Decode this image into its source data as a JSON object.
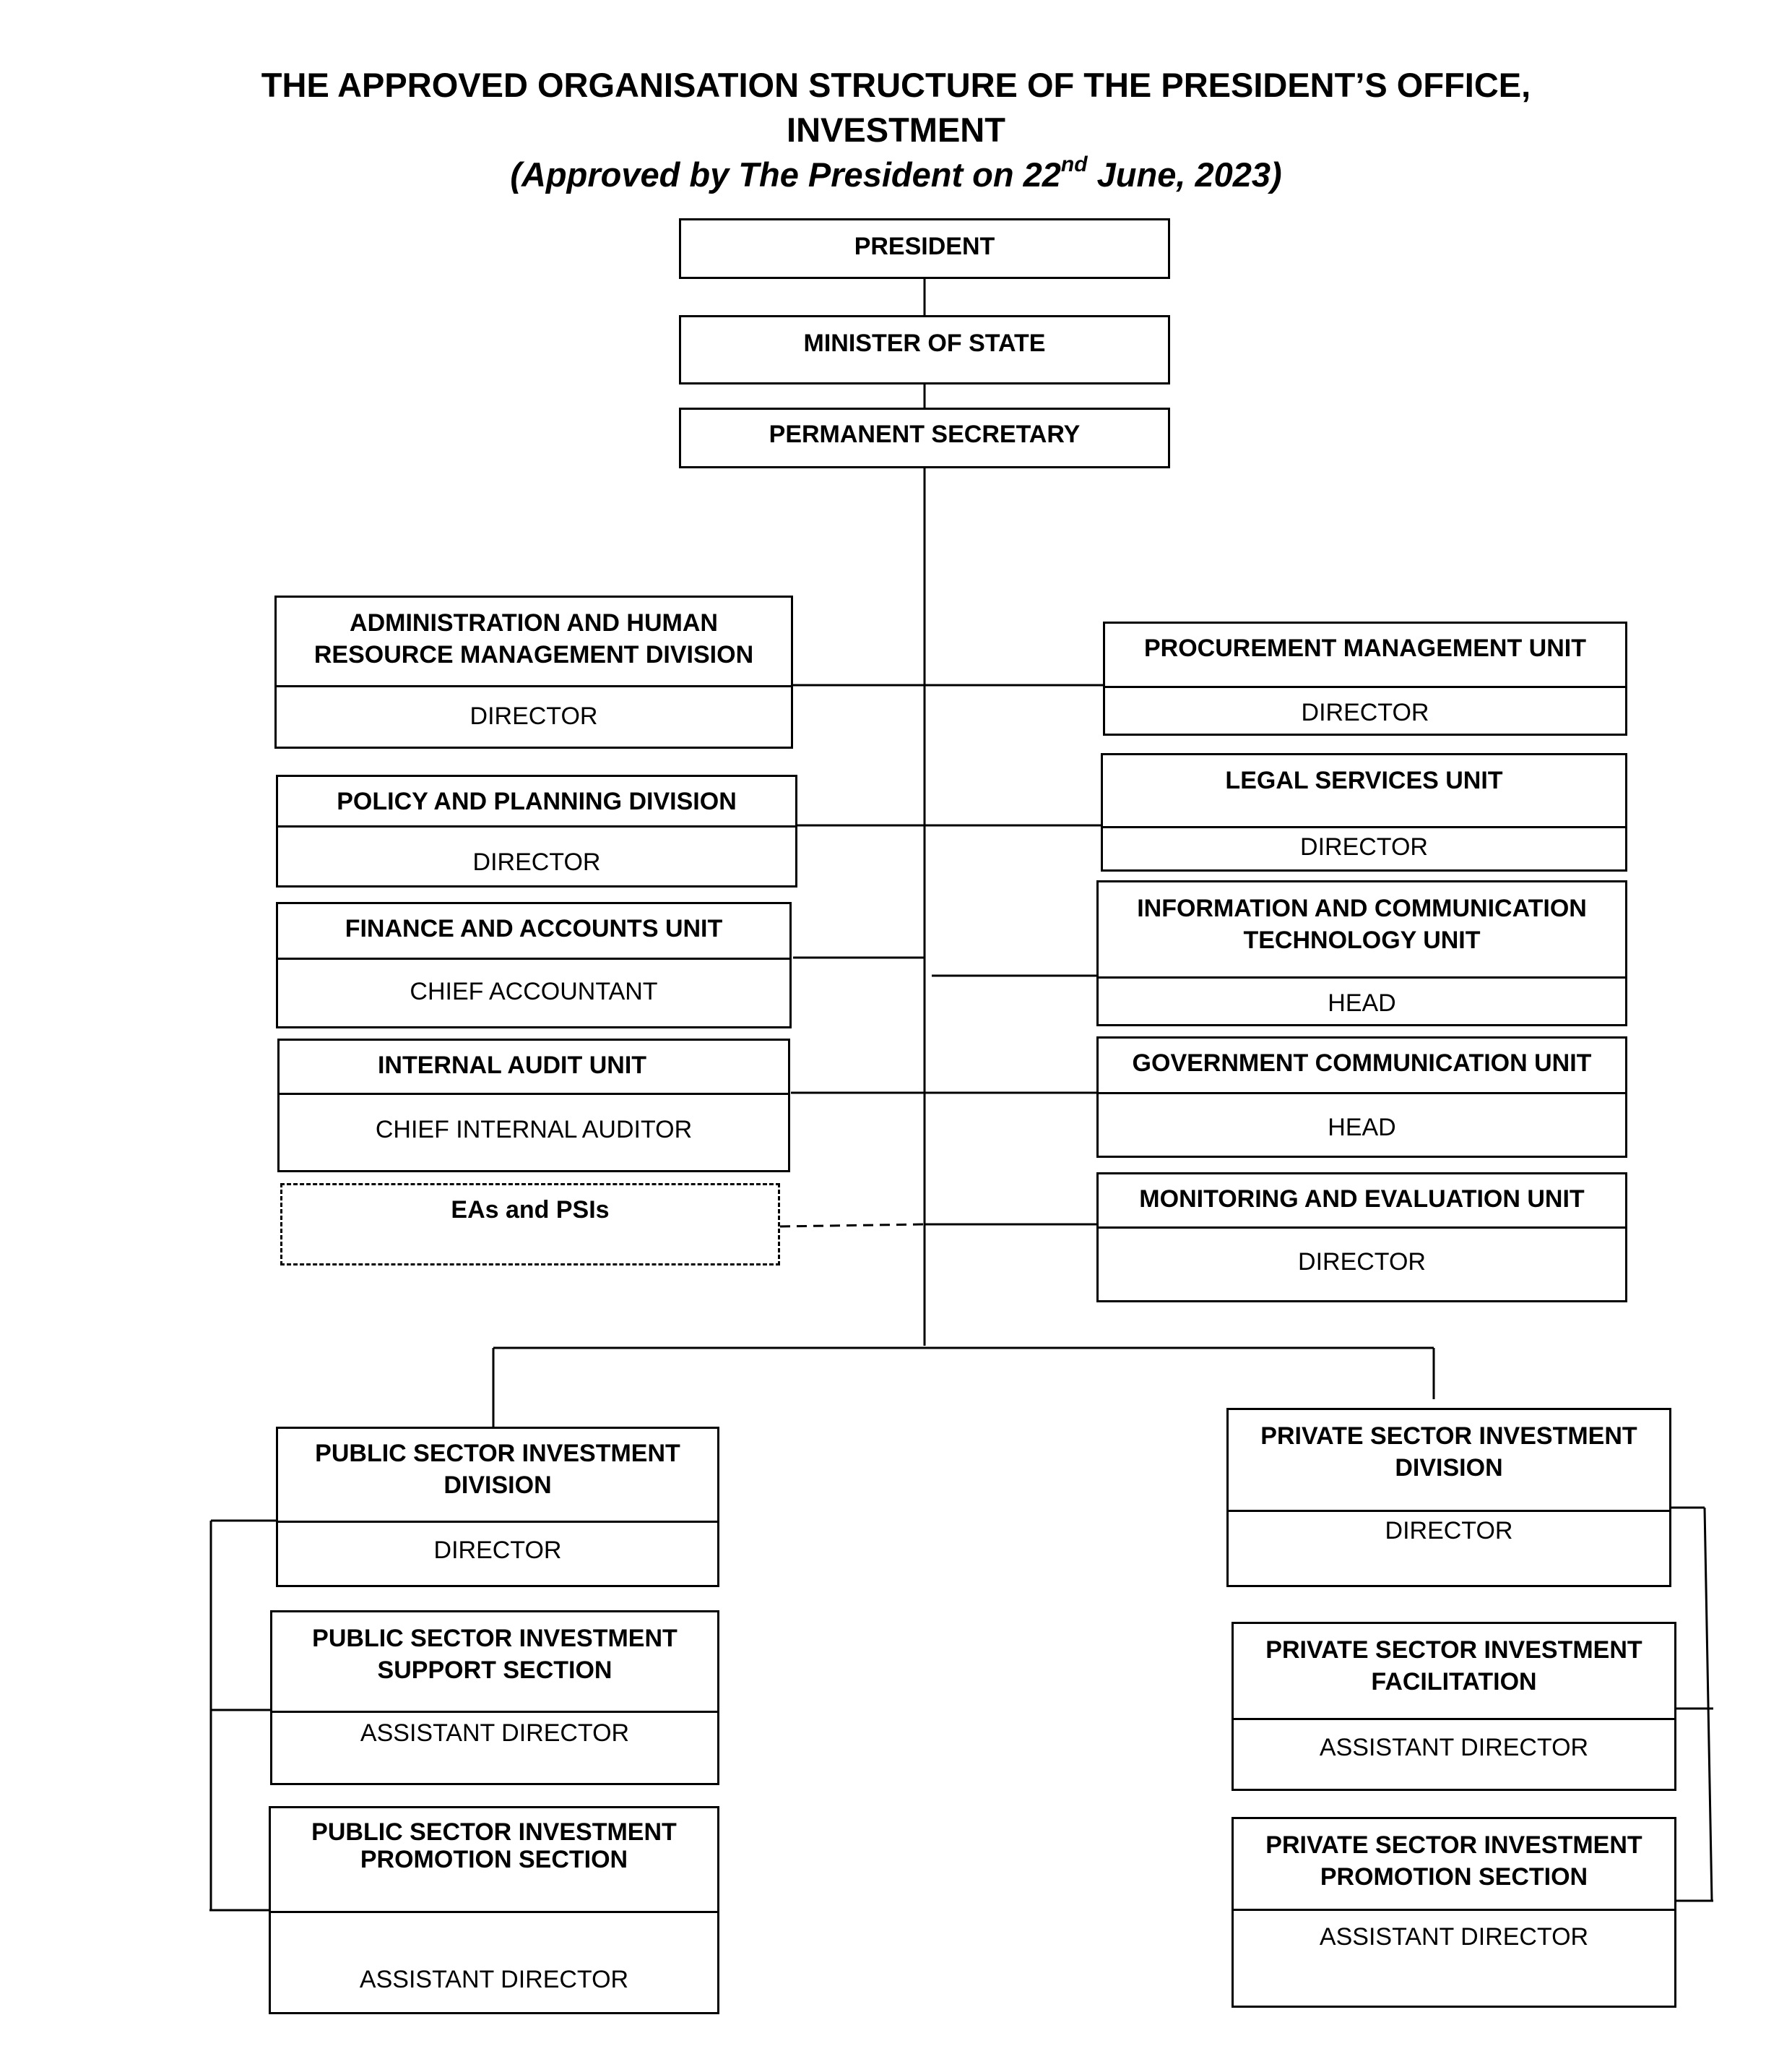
{
  "title": {
    "line1": "THE APPROVED ORGANISATION STRUCTURE OF THE PRESIDENT’S OFFICE,",
    "line2": "INVESTMENT",
    "approved_prefix": "(Approved by The President on 22",
    "approved_sup": "nd",
    "approved_suffix": " June, 2023)"
  },
  "top": {
    "president": "PRESIDENT",
    "minister": "MINISTER OF STATE",
    "permanent_secretary": "PERMANENT SECRETARY"
  },
  "left_units": [
    {
      "name": "ADMINISTRATION AND HUMAN RESOURCE MANAGEMENT DIVISION",
      "head": "DIRECTOR"
    },
    {
      "name": "POLICY AND PLANNING DIVISION",
      "head": "DIRECTOR"
    },
    {
      "name": "FINANCE AND ACCOUNTS UNIT",
      "head": "CHIEF ACCOUNTANT"
    },
    {
      "name": "INTERNAL AUDIT UNIT",
      "head": "CHIEF INTERNAL AUDITOR"
    }
  ],
  "eas": "EAs and PSIs",
  "right_units": [
    {
      "name": "PROCUREMENT MANAGEMENT UNIT",
      "head": "DIRECTOR"
    },
    {
      "name": "LEGAL SERVICES UNIT",
      "head": "DIRECTOR"
    },
    {
      "name": "INFORMATION AND COMMUNICATION TECHNOLOGY UNIT",
      "head": "HEAD"
    },
    {
      "name": "GOVERNMENT COMMUNICATION UNIT",
      "head": "HEAD"
    },
    {
      "name": "MONITORING AND EVALUATION UNIT",
      "head": "DIRECTOR"
    }
  ],
  "public_division": {
    "name": "PUBLIC SECTOR INVESTMENT DIVISION",
    "head": "DIRECTOR",
    "sections": [
      {
        "name": "PUBLIC SECTOR INVESTMENT SUPPORT SECTION",
        "head": "ASSISTANT DIRECTOR"
      },
      {
        "name": "PUBLIC SECTOR INVESTMENT PROMOTION SECTION",
        "head": "ASSISTANT DIRECTOR"
      }
    ]
  },
  "private_division": {
    "name": "PRIVATE SECTOR INVESTMENT DIVISION",
    "head": "DIRECTOR",
    "sections": [
      {
        "name": "PRIVATE SECTOR INVESTMENT FACILITATION",
        "head": "ASSISTANT DIRECTOR"
      },
      {
        "name": "PRIVATE SECTOR INVESTMENT PROMOTION SECTION",
        "head": "ASSISTANT DIRECTOR"
      }
    ]
  }
}
